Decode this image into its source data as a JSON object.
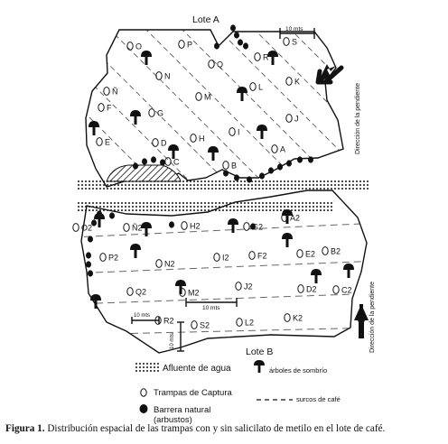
{
  "lot_a_label": "Lote A",
  "lot_b_label": "Lote B",
  "slope_label": "Dirección de la pendiente",
  "scale_a": "10 mts",
  "scale_b_horizontal": "10 mts",
  "scale_b_corner_h": "10 mts",
  "scale_b_corner_v": "10 mts",
  "traps_a": [
    "O",
    "P",
    "S",
    "Q",
    "R",
    "N",
    "K",
    "Ñ",
    "M",
    "L",
    "F",
    "G",
    "J",
    "I",
    "E",
    "D",
    "H",
    "A",
    "C",
    "B"
  ],
  "traps_b": [
    "O2",
    "Ñ2",
    "H2",
    "G2",
    "A2",
    "P2",
    "N2",
    "I2",
    "F2",
    "E2",
    "B2",
    "Q2",
    "M2",
    "J2",
    "D2",
    "C2",
    "R2",
    "S2",
    "L2",
    "K2"
  ],
  "legend": {
    "stream": "Afluente de agua",
    "shade_trees": "árboles de sombrío",
    "traps": "Trampas de Captura",
    "coffee_rows": "surcos de café",
    "natural_barrier": "Barrera natural\n(arbustos)"
  },
  "caption": {
    "label": "Figura 1.",
    "text": "Distribución espacial de las trampas con y sin salicilato de metilo en el lote de café."
  },
  "icons": {
    "tree": "shade-tree-icon",
    "trap": "trap-ellipse-icon",
    "barrier": "barrier-dot-icon",
    "arrow": "slope-arrow-icon"
  }
}
